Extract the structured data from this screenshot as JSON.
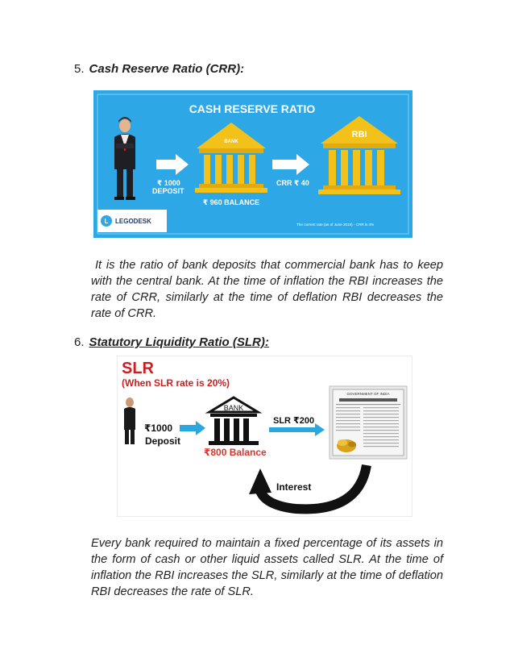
{
  "crr": {
    "number": "5.",
    "heading": "Cash Reserve Ratio (CRR):",
    "figure": {
      "title": "CASH RESERVE RATIO",
      "deposit_line1": "₹ 1000",
      "deposit_line2": "DEPOSIT",
      "bank_label": "BANK",
      "rbi_label": "RBI",
      "crr_label": "CRR ₹ 40",
      "balance_label": "₹ 960 BALANCE",
      "logo_text": "LEGODESK",
      "footnote": "The current rate (as of June 2018) - CRR is 4%",
      "colors": {
        "background": "#2ea7e6",
        "building": "#f2c21a",
        "arrow": "#ffffff"
      }
    },
    "paragraph": "It is the ratio of bank deposits that commercial bank has to keep with the central bank. At the time of inflation the RBI increases the rate of CRR, similarly at the time of deflation RBI decreases the rate of CRR."
  },
  "slr": {
    "number": "6.",
    "heading": "Statutory Liquidity Ratio (SLR):",
    "figure": {
      "title": "SLR",
      "subtitle": "(When SLR rate is 20%)",
      "deposit_line1": "₹1000",
      "deposit_line2": "Deposit",
      "bank_label": "BANK",
      "slr_label": "SLR ₹200",
      "balance_label": "₹800 Balance",
      "interest_label": "Interest",
      "document_header": "GOVERNMENT OF INDIA",
      "colors": {
        "title": "#cc1f1f",
        "subtitle": "#cc1f1f",
        "arrow": "#29a8e0",
        "balance": "#d9342b"
      }
    },
    "paragraph": "Every bank required to maintain a fixed percentage of its assets in the form of cash or other liquid assets called SLR. At the time of inflation the RBI increases the SLR, similarly at the time of deflation RBI decreases the rate of SLR."
  }
}
